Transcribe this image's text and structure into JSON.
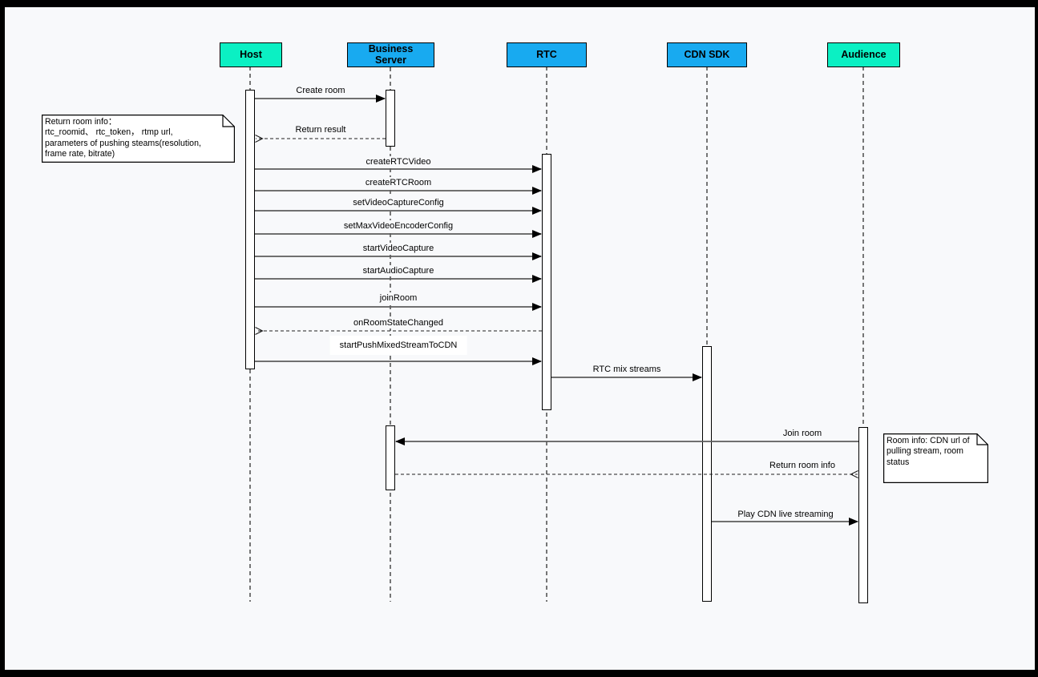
{
  "canvas": {
    "background": "#F8F9FB",
    "frame_color": "#000000"
  },
  "actors": [
    {
      "label": "Host",
      "color": "#0BF0C3",
      "kind": "client"
    },
    {
      "label": "Business Server",
      "color": "#18AAF0",
      "kind": "server"
    },
    {
      "label": "RTC",
      "color": "#18AAF0",
      "kind": "sdk"
    },
    {
      "label": "CDN SDK",
      "color": "#18AAF0",
      "kind": "sdk"
    },
    {
      "label": "Audience",
      "color": "#0BF0C3",
      "kind": "client"
    }
  ],
  "messages": [
    {
      "label": "Create room",
      "from": "Host",
      "to": "Business Server",
      "line": "solid"
    },
    {
      "label": "Return result",
      "from": "Business Server",
      "to": "Host",
      "line": "dashed"
    },
    {
      "label": "createRTCVideo",
      "from": "Host",
      "to": "RTC",
      "line": "solid"
    },
    {
      "label": "createRTCRoom",
      "from": "Host",
      "to": "RTC",
      "line": "solid"
    },
    {
      "label": "setVideoCaptureConfig",
      "from": "Host",
      "to": "RTC",
      "line": "solid"
    },
    {
      "label": "setMaxVideoEncoderConfig",
      "from": "Host",
      "to": "RTC",
      "line": "solid"
    },
    {
      "label": "startVideoCapture",
      "from": "Host",
      "to": "RTC",
      "line": "solid"
    },
    {
      "label": "startAudioCapture",
      "from": "Host",
      "to": "RTC",
      "line": "solid"
    },
    {
      "label": "joinRoom",
      "from": "Host",
      "to": "RTC",
      "line": "solid"
    },
    {
      "label": "onRoomStateChanged",
      "from": "RTC",
      "to": "Host",
      "line": "dashed"
    },
    {
      "label": "startPushMixedStreamToCDN",
      "from": "Host",
      "to": "RTC",
      "line": "solid"
    },
    {
      "label": "RTC mix streams",
      "from": "RTC",
      "to": "CDN SDK",
      "line": "solid"
    },
    {
      "label": "Join room",
      "from": "Audience",
      "to": "Business Server",
      "line": "solid"
    },
    {
      "label": "Return room info",
      "from": "Business Server",
      "to": "Audience",
      "line": "dashed"
    },
    {
      "label": "Play CDN live streaming",
      "from": "CDN SDK",
      "to": "Audience",
      "line": "solid"
    }
  ],
  "notes": [
    {
      "text": "Return room info：\nrtc_roomid、 rtc_token， rtmp url,\nparameters of pushing steams(resolution,\nframe rate, bitrate)"
    },
    {
      "text": "Room info: CDN url of\npulling stream, room\nstatus"
    }
  ]
}
